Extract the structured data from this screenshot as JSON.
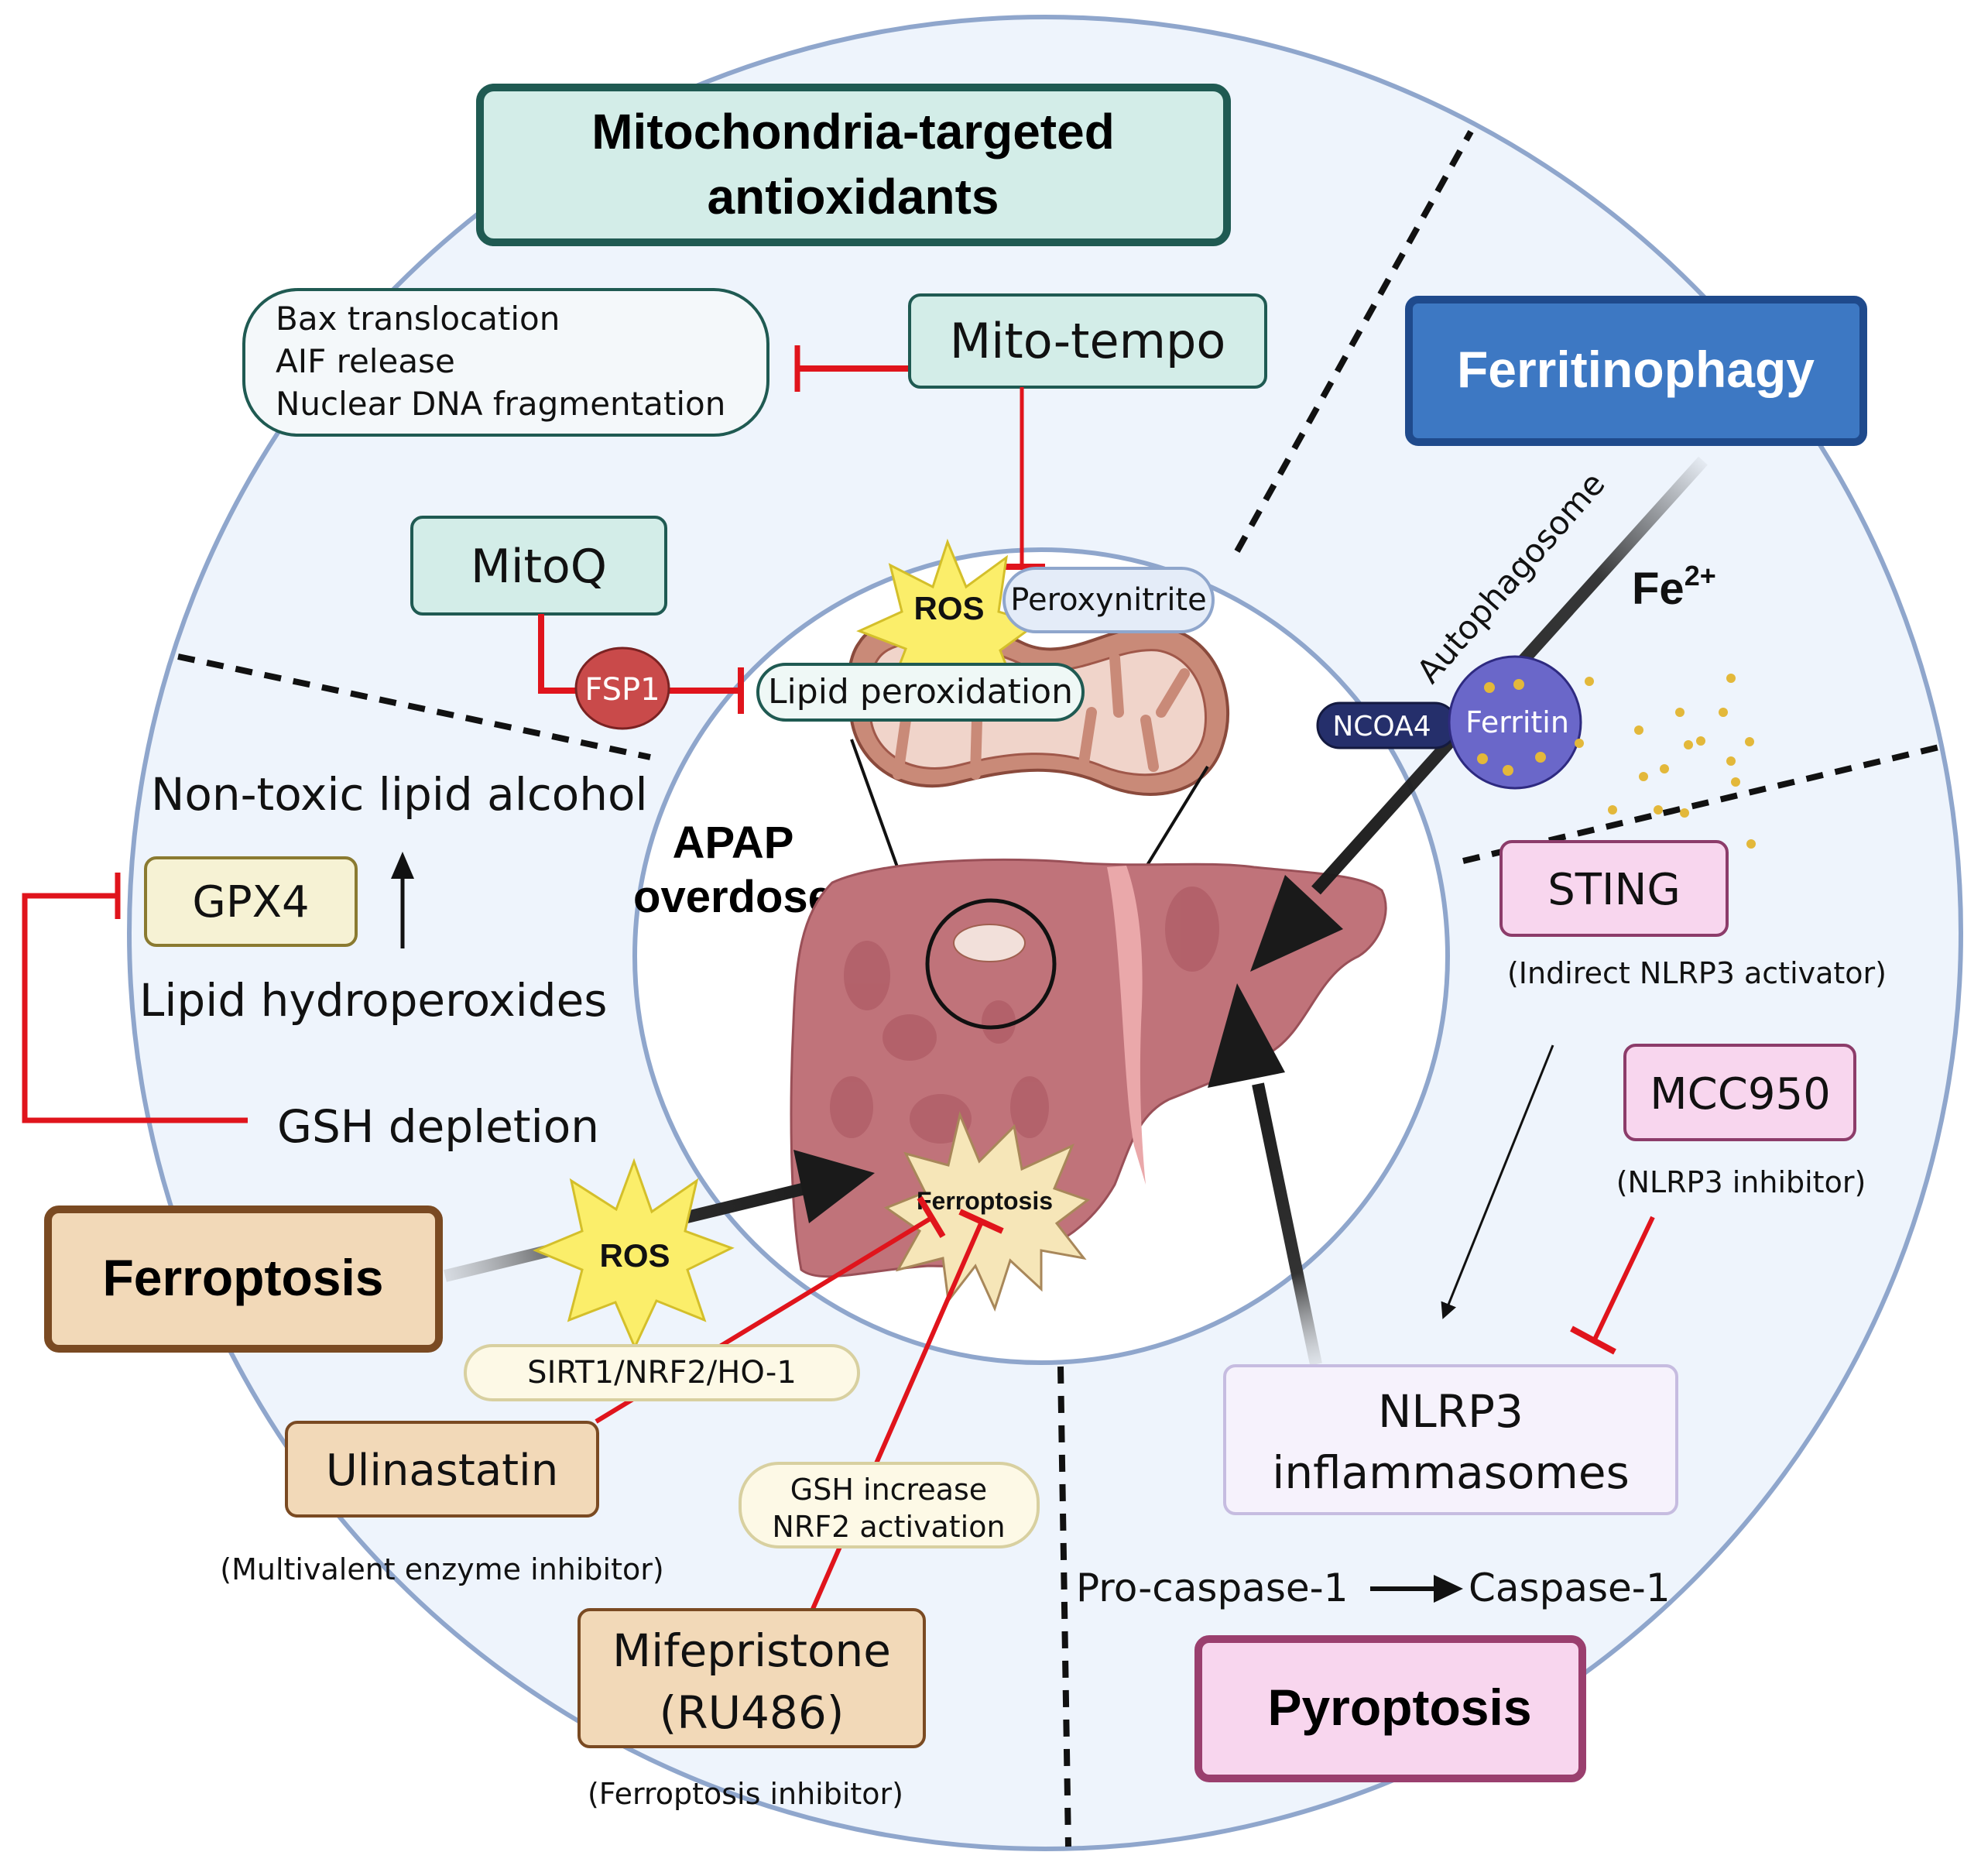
{
  "diagram": {
    "title_line1": "Mitochondria-targeted",
    "title_line2": "antioxidants",
    "center_label_line1": "APAP",
    "center_label_line2": "overdose",
    "colors": {
      "outer_ring_fill": "#eef4fc",
      "ring_stroke": "#8fa6cc",
      "inhibit_red": "#e0141c",
      "teal_box_fill": "#d3ede8",
      "teal_box_stroke": "#1f5a52",
      "ferritinophagy_fill": "#3d78c3",
      "ferritinophagy_stroke": "#1f4a8c",
      "pink_box_fill": "#f8d6ee",
      "pink_box_stroke": "#8c3c6a",
      "tan_box_fill": "#f2d9b8",
      "tan_box_stroke": "#7a4a22",
      "ros_yellow": "#fbee6a",
      "liver": "#c0737a",
      "ferritin_purple": "#6a67c9",
      "ncoa4_navy": "#252f6b",
      "fsp1_red": "#c94a4a",
      "iron_gold": "#e3b83a"
    }
  },
  "mito_section": {
    "effects": [
      "Bax translocation",
      "AIF release",
      "Nuclear DNA fragmentation"
    ],
    "mito_tempo": "Mito-tempo",
    "mitoq": "MitoQ",
    "fsp1": "FSP1",
    "ros": "ROS",
    "peroxynitrite": "Peroxynitrite",
    "lipid_peroxidation": "Lipid peroxidation"
  },
  "ferritinophagy_section": {
    "title": "Ferritinophagy",
    "autophagosome": "Autophagosome",
    "ncoa4": "NCOA4",
    "ferritin": "Ferritin",
    "iron_base": "Fe",
    "iron_charge": "2+"
  },
  "pyroptosis_section": {
    "sting": "STING",
    "sting_note": "(Indirect NLRP3 activator)",
    "mcc950": "MCC950",
    "mcc950_note": "(NLRP3 inhibitor)",
    "nlrp3_line1": "NLRP3",
    "nlrp3_line2": "inflammasomes",
    "pro_caspase": "Pro-caspase-1",
    "caspase": "Caspase-1",
    "title": "Pyroptosis"
  },
  "ferroptosis_section": {
    "non_toxic": "Non-toxic lipid alcohol",
    "gpx4": "GPX4",
    "lipid_hydroperoxides": "Lipid hydroperoxides",
    "gsh_depletion": "GSH depletion",
    "title": "Ferroptosis",
    "ros": "ROS",
    "ferroptosis_burst": "Ferroptosis",
    "sirt1_pathway": "SIRT1/NRF2/HO-1",
    "ulinastatin": "Ulinastatin",
    "ulinastatin_note": "(Multivalent enzyme inhibitor)",
    "gsh_increase": "GSH increase",
    "nrf2_activation": "NRF2 activation",
    "mifepristone_line1": "Mifepristone",
    "mifepristone_line2": "(RU486)",
    "mifepristone_note": "(Ferroptosis inhibitor)"
  }
}
